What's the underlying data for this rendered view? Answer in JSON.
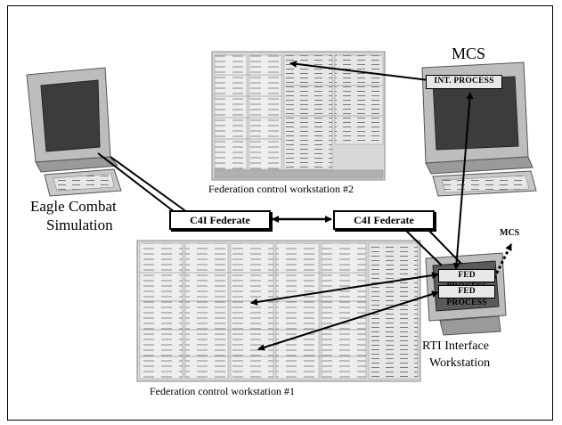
{
  "labels": {
    "mcs_title": "MCS",
    "mcs_small": "MCS",
    "eagle_line1": "Eagle Combat",
    "eagle_line2": "Simulation",
    "ws2_caption": "Federation control workstation #2",
    "ws1_caption": "Federation control workstation #1",
    "rti_line1": "RTI Interface",
    "rti_line2": "Workstation"
  },
  "boxes": {
    "c4i_left": "C4I Federate",
    "c4i_right": "C4I Federate",
    "int_process": "INT. PROCESS",
    "fed_process_1": "FED PROCESS",
    "fed_process_2": "FED PROCESS"
  },
  "colors": {
    "monitor_body": "#bdbdbd",
    "screen": "#3c3c3c",
    "screenshot_bg": "#d8d8d8"
  }
}
